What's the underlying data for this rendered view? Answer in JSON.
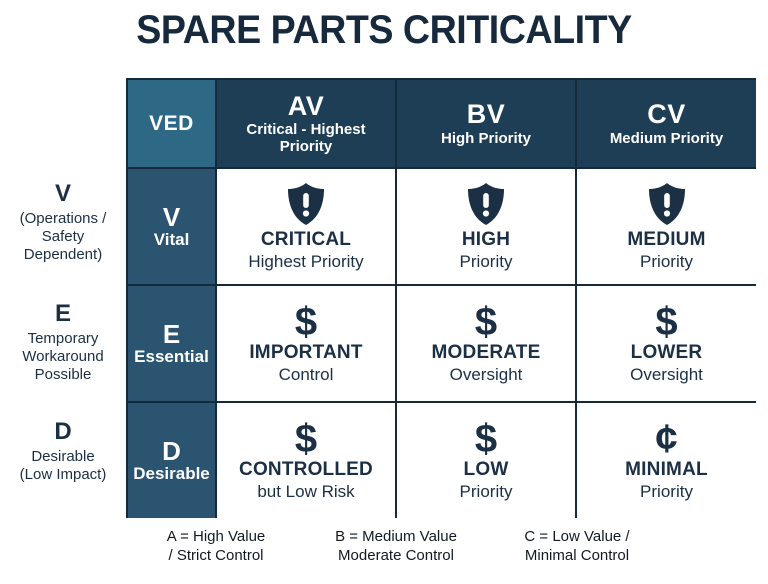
{
  "title": "SPARE PARTS CRITICALITY",
  "matrix": {
    "corner_label": "VED",
    "columns": [
      {
        "code": "AV",
        "sub_line1": "Critical - Highest",
        "sub_line2": "Priority"
      },
      {
        "code": "BV",
        "sub_line1": "High Priority",
        "sub_line2": ""
      },
      {
        "code": "CV",
        "sub_line1": "Medium Priority",
        "sub_line2": ""
      }
    ],
    "rows": [
      {
        "code": "V",
        "sub": "Vital"
      },
      {
        "code": "E",
        "sub": "Essential"
      },
      {
        "code": "D",
        "sub": "Desirable"
      }
    ],
    "cells": [
      [
        {
          "icon": "shield-exclamation-icon",
          "glyph": "",
          "main": "CRITICAL",
          "note": "Highest Priority"
        },
        {
          "icon": "shield-exclamation-icon",
          "glyph": "",
          "main": "HIGH",
          "note": "Priority"
        },
        {
          "icon": "shield-exclamation-icon",
          "glyph": "",
          "main": "MEDIUM",
          "note": "Priority"
        }
      ],
      [
        {
          "icon": "dollar-sign-icon",
          "glyph": "$",
          "main": "IMPORTANT",
          "note": "Control"
        },
        {
          "icon": "dollar-sign-icon",
          "glyph": "$",
          "main": "MODERATE",
          "note": "Oversight"
        },
        {
          "icon": "dollar-sign-icon",
          "glyph": "$",
          "main": "LOWER",
          "note": "Oversight"
        }
      ],
      [
        {
          "icon": "dollar-sign-icon",
          "glyph": "$",
          "main": "CONTROLLED",
          "note": "but Low Risk"
        },
        {
          "icon": "dollar-sign-icon",
          "glyph": "$",
          "main": "LOW",
          "note": "Priority"
        },
        {
          "icon": "cent-sign-icon",
          "glyph": "¢",
          "main": "MINIMAL",
          "note": "Priority"
        }
      ]
    ]
  },
  "axis_labels": [
    {
      "letter": "V",
      "line1": "(Operations /",
      "line2": "Safety",
      "line3": "Dependent)"
    },
    {
      "letter": "E",
      "line1": "Temporary",
      "line2": "Workaround",
      "line3": "Possible"
    },
    {
      "letter": "D",
      "line1": "Desirable",
      "line2": "(Low Impact)",
      "line3": ""
    }
  ],
  "footer": [
    {
      "line1": "A = High Value",
      "line2": "/ Strict Control"
    },
    {
      "line1": "B = Medium Value",
      "line2": "Moderate Control"
    },
    {
      "line1": "C = Low Value /",
      "line2": "Minimal Control"
    }
  ],
  "colors": {
    "title": "#17293c",
    "header_navy": "#1e3e55",
    "corner_teal": "#2d6885",
    "rowhead_teal": "#2a5470",
    "grid_line": "#15293a",
    "body_text": "#1b2f45"
  }
}
